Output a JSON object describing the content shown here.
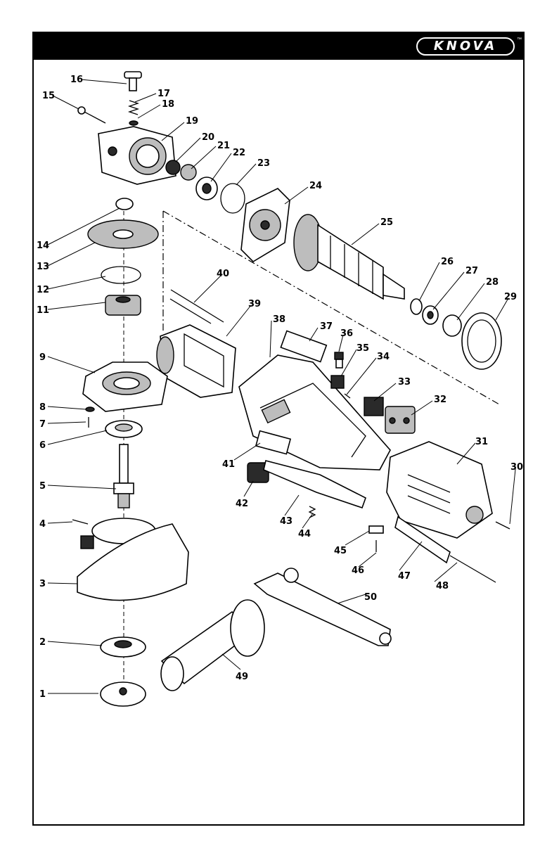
{
  "header": {
    "brand_logo_text": "KNOVA",
    "trademark": "™"
  },
  "diagram": {
    "callouts": [
      "1",
      "2",
      "3",
      "4",
      "5",
      "6",
      "7",
      "8",
      "9",
      "11",
      "12",
      "13",
      "14",
      "15",
      "16",
      "17",
      "18",
      "19",
      "20",
      "21",
      "22",
      "23",
      "24",
      "25",
      "26",
      "27",
      "28",
      "29",
      "30",
      "31",
      "32",
      "33",
      "34",
      "35",
      "36",
      "37",
      "38",
      "39",
      "40",
      "41",
      "42",
      "43",
      "44",
      "45",
      "46",
      "47",
      "48",
      "49",
      "50"
    ]
  },
  "colors": {
    "banner": "#000000",
    "ink": "#000000",
    "paper": "#ffffff"
  }
}
